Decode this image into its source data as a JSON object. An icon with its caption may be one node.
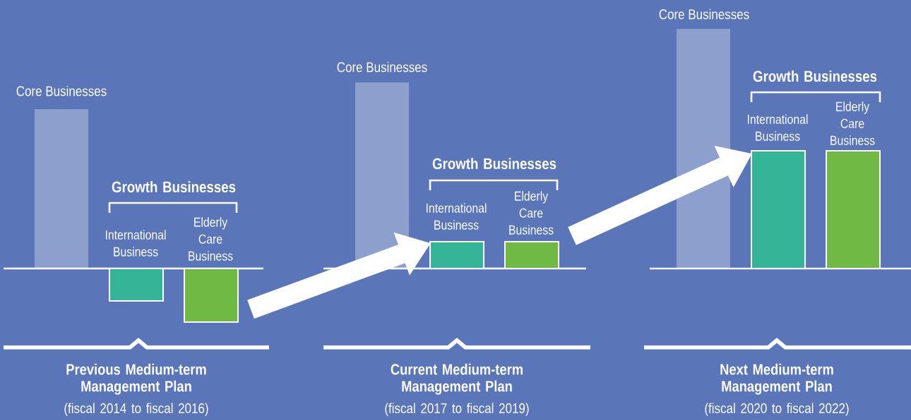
{
  "diagram": {
    "nodes": [
      {
        "text": [
          "Core Businesses"
        ]
      },
      {
        "text": [
          "International Business"
        ]
      },
      {
        "text": [
          "Elderly Care Business"
        ]
      },
      {
        "text": [
          "Core Businesses"
        ]
      },
      {
        "text": [
          "International Business"
        ]
      },
      {
        "text": [
          "Elderly Care Business"
        ]
      },
      {
        "text": [
          "Core Businesses"
        ]
      },
      {
        "text": [
          "International Business"
        ]
      },
      {
        "text": [
          "Elderly Care Business"
        ]
      }
    ],
    "edges": [
      {
        "from": 2,
        "to": 4,
        "arrow": "to"
      },
      {
        "from": 5,
        "to": 7,
        "arrow": "to"
      }
    ],
    "labels": [
      "Growth Businesses",
      "Previous Medium-term Management Plan",
      "(fiscal 2014 to fiscal 2016)",
      "Growth Businesses",
      "Current Medium-term Management Plan",
      "(fiscal 2017 to fiscal 2019)",
      "Growth Businesses",
      "Next Medium-term Management Plan",
      "(fiscal 2020 to fiscal 2022)"
    ]
  }
}
